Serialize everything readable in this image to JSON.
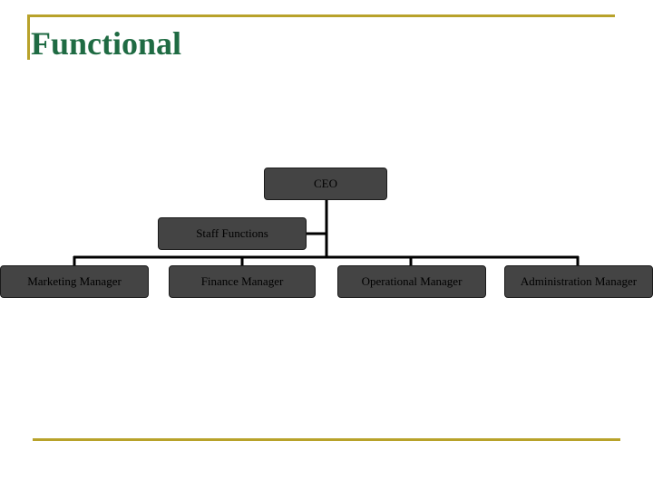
{
  "title": "Functional",
  "colors": {
    "accent_line": "#b8a22a",
    "title_text": "#1f6b43",
    "node_fill": "#444444",
    "node_border": "#1a1a1a",
    "connector": "#000000"
  },
  "org_chart": {
    "root": {
      "label": "CEO"
    },
    "staff": {
      "label": "Staff Functions"
    },
    "managers": [
      {
        "label": "Marketing Manager"
      },
      {
        "label": "Finance Manager"
      },
      {
        "label": "Operational Manager"
      },
      {
        "label": "Administration Manager"
      }
    ]
  }
}
